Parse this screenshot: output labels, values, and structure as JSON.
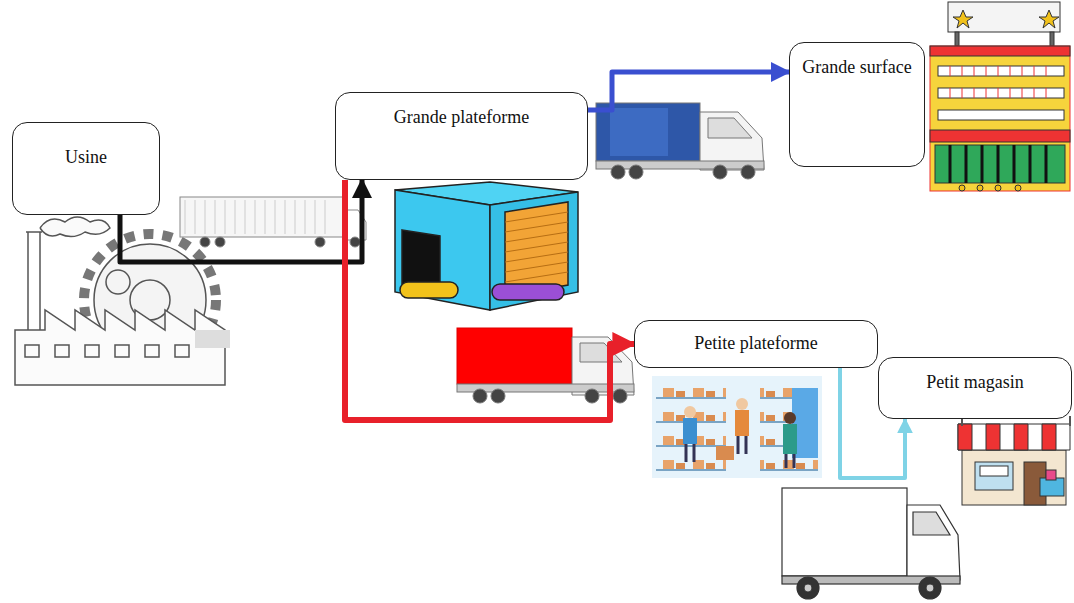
{
  "diagram": {
    "nodes": [
      {
        "text": [
          "Usine"
        ]
      },
      {
        "text": [
          "Grande plateforme"
        ]
      },
      {
        "text": [
          "Grande surface"
        ]
      },
      {
        "text": [
          "Petite plateforme"
        ]
      },
      {
        "text": [
          "Petit magasin"
        ]
      }
    ],
    "edges": [
      {
        "from": 0,
        "to": 1,
        "arrow": "to"
      },
      {
        "from": 1,
        "to": 2,
        "arrow": "to"
      },
      {
        "from": 1,
        "to": 3,
        "arrow": "to"
      },
      {
        "from": 3,
        "to": 4,
        "arrow": "to"
      }
    ]
  }
}
